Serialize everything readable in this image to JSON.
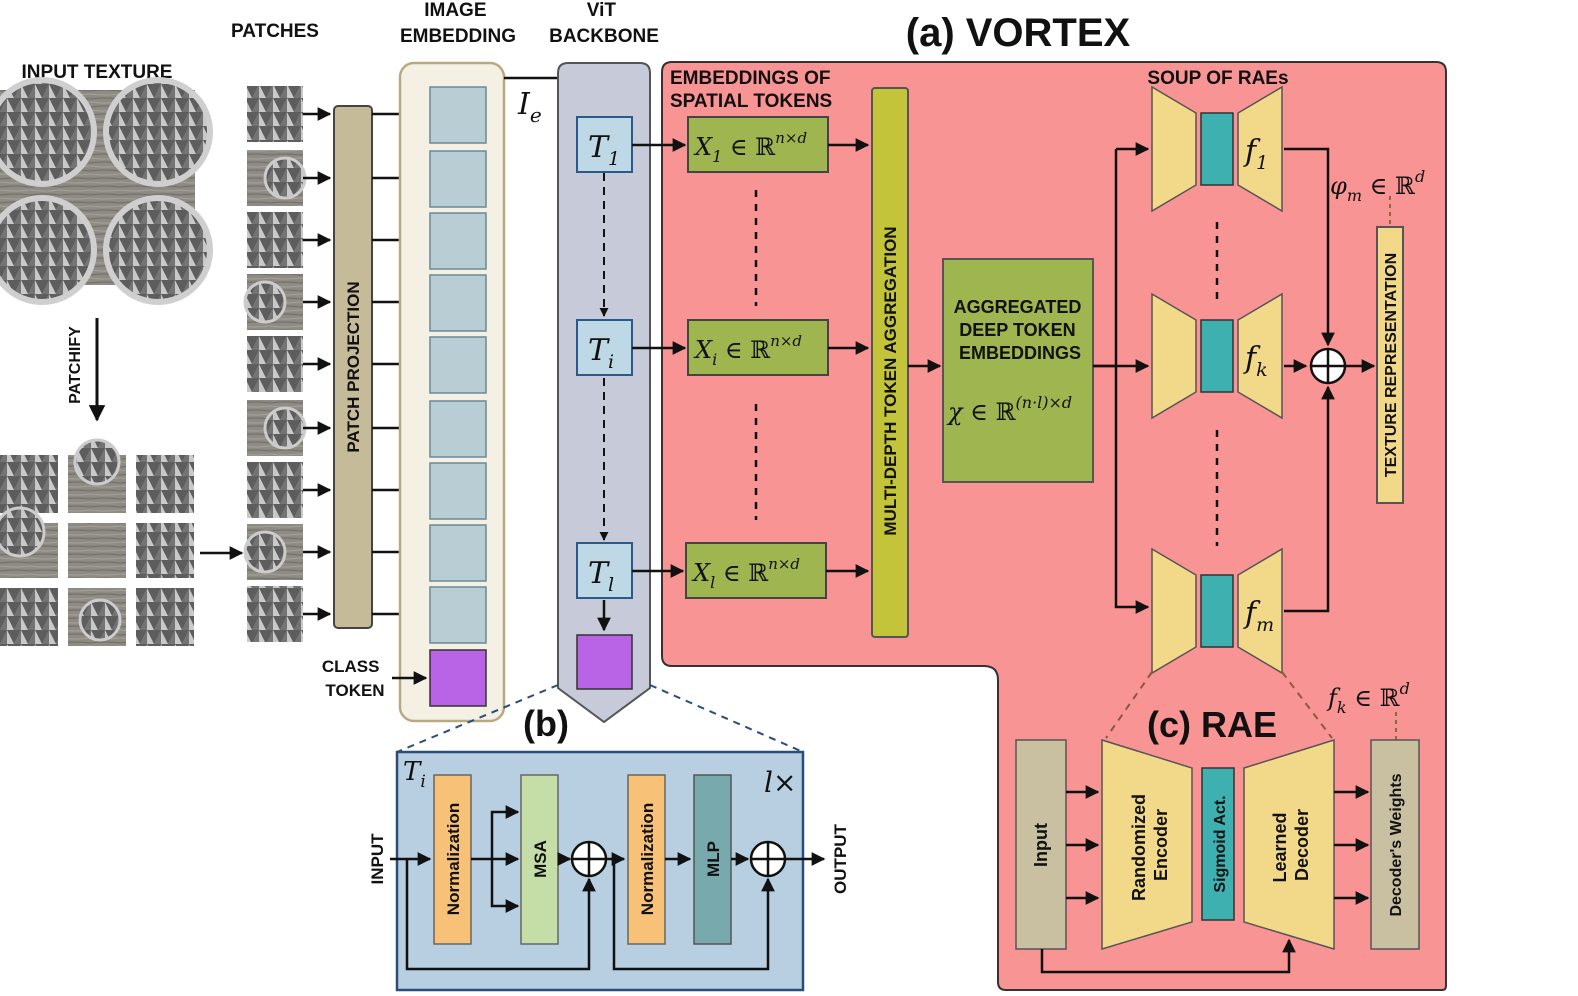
{
  "title": "(a) VORTEX",
  "colors": {
    "vortex_bg": "#f99494",
    "vit_bg": "#c6cad9",
    "embed_bg": "#f4f0e4",
    "patch_proj": "#c6bb98",
    "embed_cell": "#b9cdd5",
    "class_token": "#b964e6",
    "token_box": "#bfd8e6",
    "spatial_box": "#9fb54f",
    "aggregation": "#c4c43a",
    "rae_trapezoid": "#f2d98a",
    "rae_latent": "#3fb0b0",
    "sum_node": "#ffffff",
    "detail_bg": "#b7cfe1",
    "normalization": "#f7c177",
    "msa": "#c5dea8",
    "mlp": "#77a9ad",
    "input_box": "#c8c0a0",
    "weights_box": "#c8c0a0"
  },
  "input": {
    "title": "INPUT TEXTURE",
    "patchify_label": "PATCHIFY",
    "patches_label": "PATCHES"
  },
  "embedding": {
    "header": "IMAGE\nEMBEDDING",
    "patch_projection": "PATCH PROJECTION",
    "class_token": "CLASS\nTOKEN",
    "ie_symbol": "I",
    "ie_sub": "e"
  },
  "vit": {
    "header": "ViT\nBACKBONE",
    "tokens": [
      {
        "sym": "T",
        "sub": "1"
      },
      {
        "sym": "T",
        "sub": "i"
      },
      {
        "sym": "T",
        "sub": "l"
      }
    ]
  },
  "vortex": {
    "spatial_header": "EMBEDDINGS OF\nSPATIAL TOKENS",
    "spatial": [
      {
        "sym": "X",
        "sub": "1",
        "rest": " ∈ ℝ",
        "sup": "n×d"
      },
      {
        "sym": "X",
        "sub": "i",
        "rest": " ∈ ℝ",
        "sup": "n×d"
      },
      {
        "sym": "X",
        "sub": "l",
        "rest": " ∈ ℝ",
        "sup": "n×d"
      }
    ],
    "aggregation": "MULTI-DEPTH TOKEN AGGREGATION",
    "aggregated_title": "AGGREGATED\nDEEP TOKEN\nEMBEDDINGS",
    "aggregated_formula": {
      "sym": "χ",
      "rest": " ∈ ℝ",
      "sup": "(n·l)×d"
    },
    "soup_header": "SOUP OF RAEs",
    "raes": [
      {
        "sym": "f",
        "sub": "1"
      },
      {
        "sym": "f",
        "sub": "k"
      },
      {
        "sym": "f",
        "sub": "m"
      }
    ],
    "phi_formula": {
      "sym": "φ",
      "sub": "m",
      "rest": " ∈ ℝ",
      "sup": "d"
    },
    "texture_representation": "TEXTURE REPRESENTATION"
  },
  "block_detail": {
    "label": "(b)",
    "ti": {
      "sym": "T",
      "sub": "i"
    },
    "repeat": "l×",
    "input": "INPUT",
    "output": "OUTPUT",
    "normalization": "Normalization",
    "msa": "MSA",
    "normalization2": "Normalization",
    "mlp": "MLP"
  },
  "rae_detail": {
    "label": "(c) RAE",
    "fk_formula": {
      "sym": "f",
      "sub": "k",
      "rest": " ∈ ℝ",
      "sup": "d"
    },
    "input": "Input",
    "encoder": "Randomized\nEncoder",
    "sigmoid": "Sigmoid Act.",
    "decoder": "Learned\nDecoder",
    "weights": "Decoder's Weights"
  }
}
